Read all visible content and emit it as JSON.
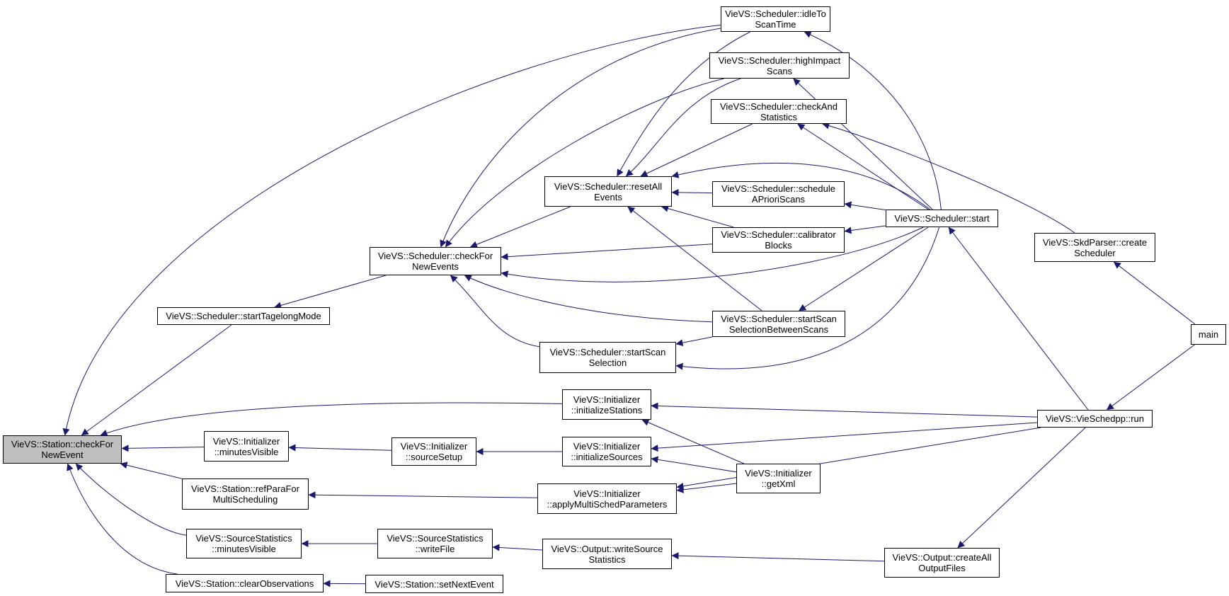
{
  "diagram": {
    "type": "call-graph",
    "root": "n_checkForNewEvent",
    "colors": {
      "edge": "#191970",
      "node_border": "#000000",
      "node_fill": "#ffffff",
      "root_fill": "#bfbfbf"
    },
    "nodes": {
      "n_checkForNewEvent": {
        "lines": [
          "VieVS::Station::checkFor",
          "NewEvent"
        ],
        "root": true
      },
      "n_startTagelongMode": {
        "lines": [
          "VieVS::Scheduler::startTagelongMode"
        ]
      },
      "n_minutesVisibleInit": {
        "lines": [
          "VieVS::Initializer",
          "::minutesVisible"
        ]
      },
      "n_refParaForMulti": {
        "lines": [
          "VieVS::Station::refParaFor",
          "MultiScheduling"
        ]
      },
      "n_sourceStatsMinutes": {
        "lines": [
          "VieVS::SourceStatistics",
          "::minutesVisible"
        ]
      },
      "n_clearObservations": {
        "lines": [
          "VieVS::Station::clearObservations"
        ]
      },
      "n_schedCheckForNewEvents": {
        "lines": [
          "VieVS::Scheduler::checkFor",
          "NewEvents"
        ]
      },
      "n_sourceSetup": {
        "lines": [
          "VieVS::Initializer",
          "::sourceSetup"
        ]
      },
      "n_sourceStatsWriteFile": {
        "lines": [
          "VieVS::SourceStatistics",
          "::writeFile"
        ]
      },
      "n_setNextEvent": {
        "lines": [
          "VieVS::Station::setNextEvent"
        ]
      },
      "n_resetAllEvents": {
        "lines": [
          "VieVS::Scheduler::resetAll",
          "Events"
        ]
      },
      "n_startScanSelection": {
        "lines": [
          "VieVS::Scheduler::startScan",
          "Selection"
        ]
      },
      "n_initStations": {
        "lines": [
          "VieVS::Initializer",
          "::initializeStations"
        ]
      },
      "n_initSources": {
        "lines": [
          "VieVS::Initializer",
          "::initializeSources"
        ]
      },
      "n_applyMultiSched": {
        "lines": [
          "VieVS::Initializer",
          "::applyMultiSchedParameters"
        ]
      },
      "n_writeSourceStats": {
        "lines": [
          "VieVS::Output::writeSource",
          "Statistics"
        ]
      },
      "n_idleToScanTime": {
        "lines": [
          "VieVS::Scheduler::idleTo",
          "ScanTime"
        ]
      },
      "n_highImpactScans": {
        "lines": [
          "VieVS::Scheduler::highImpact",
          "Scans"
        ]
      },
      "n_checkAndStatistics": {
        "lines": [
          "VieVS::Scheduler::checkAnd",
          "Statistics"
        ]
      },
      "n_scheduleAPriori": {
        "lines": [
          "VieVS::Scheduler::schedule",
          "APrioriScans"
        ]
      },
      "n_calibratorBlocks": {
        "lines": [
          "VieVS::Scheduler::calibrator",
          "Blocks"
        ]
      },
      "n_startScanSelBetween": {
        "lines": [
          "VieVS::Scheduler::startScan",
          "SelectionBetweenScans"
        ]
      },
      "n_getXml": {
        "lines": [
          "VieVS::Initializer",
          "::getXml"
        ]
      },
      "n_schedStart": {
        "lines": [
          "VieVS::Scheduler::start"
        ]
      },
      "n_createAllOutputFiles": {
        "lines": [
          "VieVS::Output::createAll",
          "OutputFiles"
        ]
      },
      "n_skdCreateScheduler": {
        "lines": [
          "VieVS::SkdParser::create",
          "Scheduler"
        ]
      },
      "n_vieSchedppRun": {
        "lines": [
          "VieVS::VieSchedpp::run"
        ]
      },
      "n_main": {
        "lines": [
          "main"
        ]
      }
    },
    "edges": [
      {
        "from": "n_startTagelongMode",
        "to": "n_checkForNewEvent"
      },
      {
        "from": "n_minutesVisibleInit",
        "to": "n_checkForNewEvent"
      },
      {
        "from": "n_refParaForMulti",
        "to": "n_checkForNewEvent"
      },
      {
        "from": "n_sourceStatsMinutes",
        "to": "n_checkForNewEvent"
      },
      {
        "from": "n_clearObservations",
        "to": "n_checkForNewEvent"
      },
      {
        "from": "n_idleToScanTime",
        "to": "n_checkForNewEvent"
      },
      {
        "from": "n_initStations",
        "to": "n_checkForNewEvent"
      },
      {
        "from": "n_schedCheckForNewEvents",
        "to": "n_startTagelongMode"
      },
      {
        "from": "n_sourceSetup",
        "to": "n_minutesVisibleInit"
      },
      {
        "from": "n_initSources",
        "to": "n_sourceSetup"
      },
      {
        "from": "n_applyMultiSched",
        "to": "n_refParaForMulti"
      },
      {
        "from": "n_sourceStatsWriteFile",
        "to": "n_sourceStatsMinutes"
      },
      {
        "from": "n_writeSourceStats",
        "to": "n_sourceStatsWriteFile"
      },
      {
        "from": "n_setNextEvent",
        "to": "n_clearObservations"
      },
      {
        "from": "n_resetAllEvents",
        "to": "n_schedCheckForNewEvents"
      },
      {
        "from": "n_idleToScanTime",
        "to": "n_schedCheckForNewEvents"
      },
      {
        "from": "n_highImpactScans",
        "to": "n_schedCheckForNewEvents"
      },
      {
        "from": "n_calibratorBlocks",
        "to": "n_schedCheckForNewEvents"
      },
      {
        "from": "n_schedStart",
        "to": "n_schedCheckForNewEvents"
      },
      {
        "from": "n_startScanSelBetween",
        "to": "n_schedCheckForNewEvents"
      },
      {
        "from": "n_startScanSelection",
        "to": "n_schedCheckForNewEvents"
      },
      {
        "from": "n_idleToScanTime",
        "to": "n_resetAllEvents"
      },
      {
        "from": "n_highImpactScans",
        "to": "n_resetAllEvents"
      },
      {
        "from": "n_checkAndStatistics",
        "to": "n_resetAllEvents"
      },
      {
        "from": "n_schedStart",
        "to": "n_resetAllEvents"
      },
      {
        "from": "n_scheduleAPriori",
        "to": "n_resetAllEvents"
      },
      {
        "from": "n_calibratorBlocks",
        "to": "n_resetAllEvents"
      },
      {
        "from": "n_startScanSelBetween",
        "to": "n_resetAllEvents"
      },
      {
        "from": "n_startScanSelBetween",
        "to": "n_startScanSelection"
      },
      {
        "from": "n_schedStart",
        "to": "n_startScanSelection"
      },
      {
        "from": "n_schedStart",
        "to": "n_idleToScanTime"
      },
      {
        "from": "n_schedStart",
        "to": "n_highImpactScans"
      },
      {
        "from": "n_schedStart",
        "to": "n_checkAndStatistics"
      },
      {
        "from": "n_skdCreateScheduler",
        "to": "n_checkAndStatistics"
      },
      {
        "from": "n_schedStart",
        "to": "n_scheduleAPriori"
      },
      {
        "from": "n_schedStart",
        "to": "n_calibratorBlocks"
      },
      {
        "from": "n_schedStart",
        "to": "n_startScanSelBetween"
      },
      {
        "from": "n_vieSchedppRun",
        "to": "n_schedStart"
      },
      {
        "from": "n_vieSchedppRun",
        "to": "n_initStations"
      },
      {
        "from": "n_getXml",
        "to": "n_initStations"
      },
      {
        "from": "n_vieSchedppRun",
        "to": "n_initSources"
      },
      {
        "from": "n_getXml",
        "to": "n_initSources"
      },
      {
        "from": "n_getXml",
        "to": "n_applyMultiSched"
      },
      {
        "from": "n_vieSchedppRun",
        "to": "n_applyMultiSched"
      },
      {
        "from": "n_createAllOutputFiles",
        "to": "n_writeSourceStats"
      },
      {
        "from": "n_vieSchedppRun",
        "to": "n_createAllOutputFiles"
      },
      {
        "from": "n_main",
        "to": "n_skdCreateScheduler"
      },
      {
        "from": "n_main",
        "to": "n_vieSchedppRun"
      }
    ]
  }
}
